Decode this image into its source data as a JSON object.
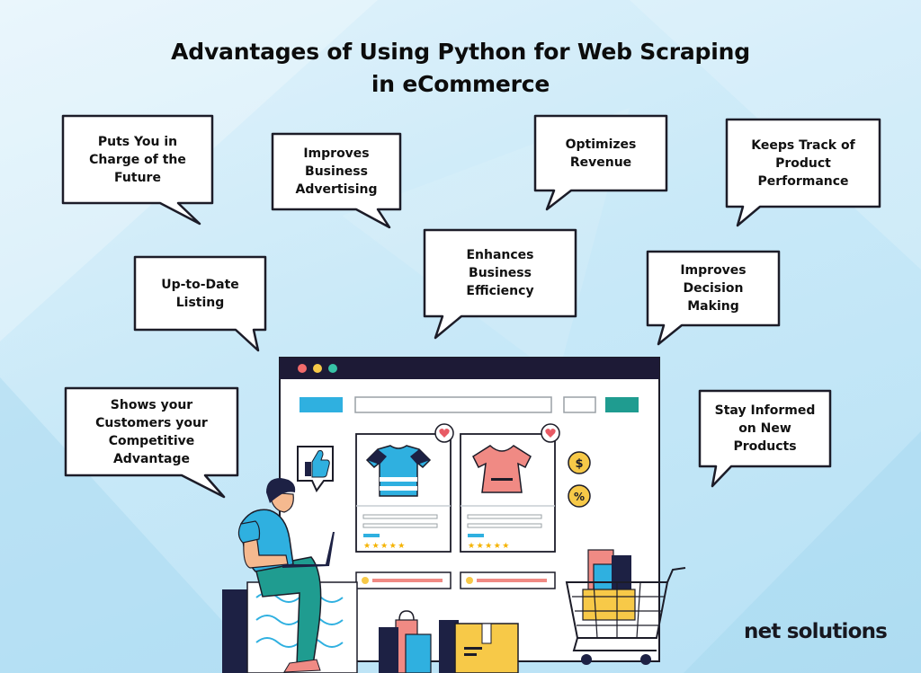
{
  "title": {
    "line1": "Advantages of Using Python for Web Scraping",
    "line2": "in eCommerce"
  },
  "bubbles": [
    {
      "id": "future",
      "label": "Puts You in Charge of the Future"
    },
    {
      "id": "advertising",
      "label": "Improves Business Advertising"
    },
    {
      "id": "revenue",
      "label": "Optimizes Revenue"
    },
    {
      "id": "performance",
      "label": "Keeps Track of Product Performance"
    },
    {
      "id": "listing",
      "label": "Up-to-Date Listing"
    },
    {
      "id": "efficiency",
      "label": "Enhances Business Efficiency"
    },
    {
      "id": "decision",
      "label": "Improves Decision Making"
    },
    {
      "id": "competitive",
      "label": "Shows your Customers your Competitive Advantage"
    },
    {
      "id": "new-products",
      "label": "Stay Informed on New Products"
    }
  ],
  "illustration": {
    "price_symbol": "$",
    "discount_symbol": "%",
    "rating_stars": "★★★★★"
  },
  "brand": {
    "name": "net solutions"
  },
  "colors": {
    "accent_blue": "#2fb0e0",
    "accent_teal": "#1f9c90",
    "shirt_salmon": "#f08a84",
    "navy": "#1d2144",
    "yellow": "#f7c948"
  }
}
